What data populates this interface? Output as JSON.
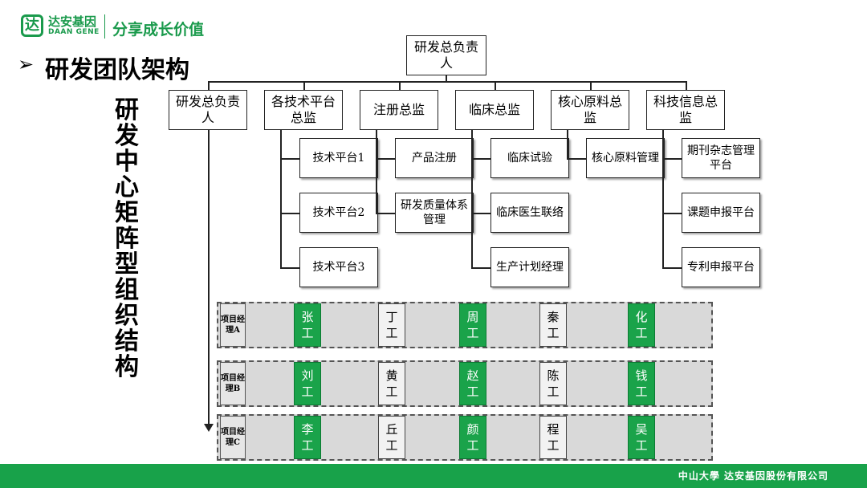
{
  "header": {
    "logo_glyph": "达",
    "logo_cn": "达安基因",
    "logo_en": "DAAN GENE",
    "slogan": "分享成长价值",
    "title_arrow": "➢",
    "title": "研发团队架构"
  },
  "side_title": "研发中心矩阵型组织结构",
  "top": "研发总负责人",
  "departments": [
    {
      "label": "研发总负责人",
      "children": []
    },
    {
      "label": "各技术平台总监",
      "children": [
        "技术平台1",
        "技术平台2",
        "技术平台3"
      ]
    },
    {
      "label": "注册总监",
      "children": [
        "产品注册",
        "研发质量体系管理"
      ]
    },
    {
      "label": "临床总监",
      "children": [
        "临床试验",
        "临床医生联络",
        "生产计划经理"
      ]
    },
    {
      "label": "核心原料总监",
      "children": [
        "核心原料管理"
      ]
    },
    {
      "label": "科技信息总监",
      "children": [
        "期刊杂志管理平台",
        "课题申报平台",
        "专利申报平台"
      ]
    }
  ],
  "project_rows": [
    {
      "manager": "项目经理A",
      "engineers": [
        "张工",
        "丁工",
        "周工",
        "秦工",
        "化工"
      ]
    },
    {
      "manager": "项目经理B",
      "engineers": [
        "刘工",
        "黄工",
        "赵工",
        "陈工",
        "钱工"
      ]
    },
    {
      "manager": "项目经理C",
      "engineers": [
        "李工",
        "丘工",
        "颜工",
        "程工",
        "吴工"
      ]
    }
  ],
  "engineer_styles": [
    "green",
    "white",
    "green",
    "white",
    "green"
  ],
  "colors": {
    "brand_green": "#1aa34a"
  },
  "footer": "中山大學 达安基因股份有限公司"
}
